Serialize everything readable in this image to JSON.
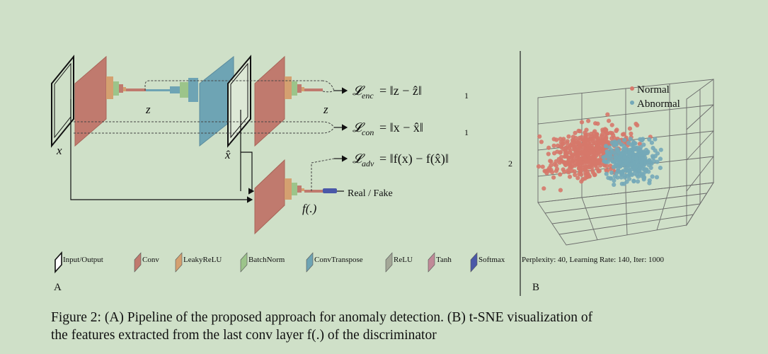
{
  "panel_a": {
    "label": "A",
    "input_var": "x",
    "recon_var": "x̂",
    "latent_var": "z",
    "latent_recon_var": "z",
    "feature_fn": "f(.)",
    "output_text": "Real / Fake",
    "losses": {
      "enc_name": "enc",
      "enc_rhs": "= ‖z − ẑ‖",
      "enc_sub": "1",
      "con_name": "con",
      "con_rhs": "= ‖x − x̂‖",
      "con_sub": "1",
      "adv_name": "adv",
      "adv_rhs": "= ‖f(x) − f(x̂)‖",
      "adv_sub": "2"
    },
    "legend": [
      {
        "label": "Input/Output",
        "color": "#ffffff"
      },
      {
        "label": "Conv",
        "color": "#c07a6e"
      },
      {
        "label": "LeakyReLU",
        "color": "#d4a070"
      },
      {
        "label": "BatchNorm",
        "color": "#9cc48a"
      },
      {
        "label": "ConvTranspose",
        "color": "#6ea4b4"
      },
      {
        "label": "ReLU",
        "color": "#a4a898"
      },
      {
        "label": "Tanh",
        "color": "#c08a98"
      },
      {
        "label": "Softmax",
        "color": "#4a58a8"
      }
    ]
  },
  "panel_b": {
    "label": "B",
    "legend": [
      {
        "label": "Normal",
        "color": "#d6786a"
      },
      {
        "label": "Abnormal",
        "color": "#74a8b8"
      }
    ],
    "params": "Perplexity: 40, Learning Rate: 140, Iter: 1000"
  },
  "caption": {
    "line1": "Figure 2: (A) Pipeline of the proposed approach for anomaly detection. (B) t-SNE visualization of",
    "line2": "the features extracted from the last conv layer f(.) of the discriminator"
  },
  "colors": {
    "conv": "#c07a6e",
    "conv_dark": "#a86558",
    "leaky": "#d4a070",
    "batchnorm": "#9cc48a",
    "convT": "#6ea4b4",
    "convT_dark": "#5a8a9c",
    "softmax": "#4a58a8",
    "io_fill": "#dde8d6"
  }
}
